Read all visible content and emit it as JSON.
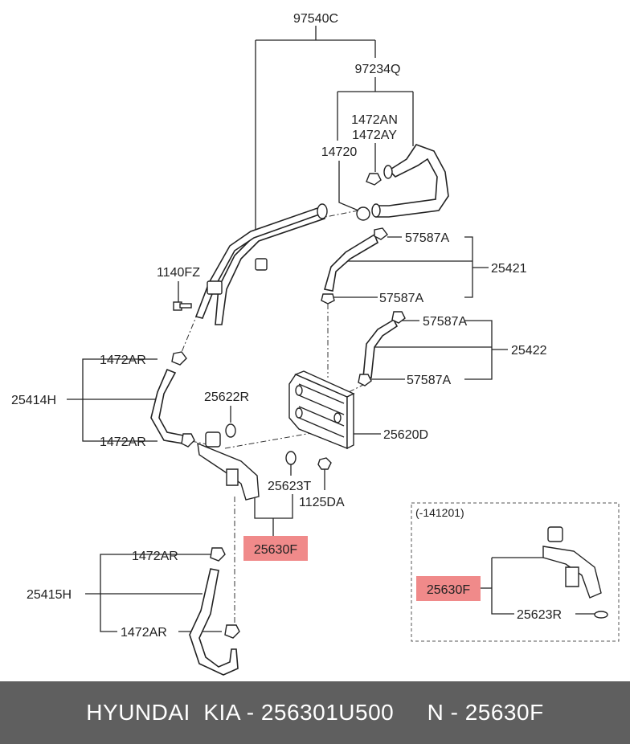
{
  "labels": {
    "assembly_97540c": "97540C",
    "hose_97234q": "97234Q",
    "clamp_1472an": "1472AN",
    "clamp_1472ay": "1472AY",
    "clamp_14720": "14720",
    "bolt_1140fz": "1140FZ",
    "clamp_57587a_1": "57587A",
    "clamp_57587a_2": "57587A",
    "clamp_57587a_3": "57587A",
    "clamp_57587a_4": "57587A",
    "hose_25421": "25421",
    "hose_25422": "25422",
    "clamp_1472ar_1": "1472AR",
    "clamp_1472ar_2": "1472AR",
    "clamp_1472ar_3": "1472AR",
    "clamp_1472ar_4": "1472AR",
    "hose_25414h": "25414H",
    "hose_25415h": "25415H",
    "oring_25622r": "25622R",
    "oring_25623t": "25623T",
    "oring_25623r": "25623R",
    "cooler_25620d": "25620D",
    "bolt_1125da": "1125DA",
    "fitting_25630f": "25630F",
    "inset_fitting_25630f": "25630F",
    "inset_date": "(-141201)"
  },
  "colors": {
    "highlight": "#f08a8a",
    "footer_bg": "#5f5f5f",
    "footer_text": "#ffffff",
    "line": "#222222"
  },
  "footer": {
    "text": "HYUNDAI  KIA - 256301U500     N - 25630F"
  }
}
